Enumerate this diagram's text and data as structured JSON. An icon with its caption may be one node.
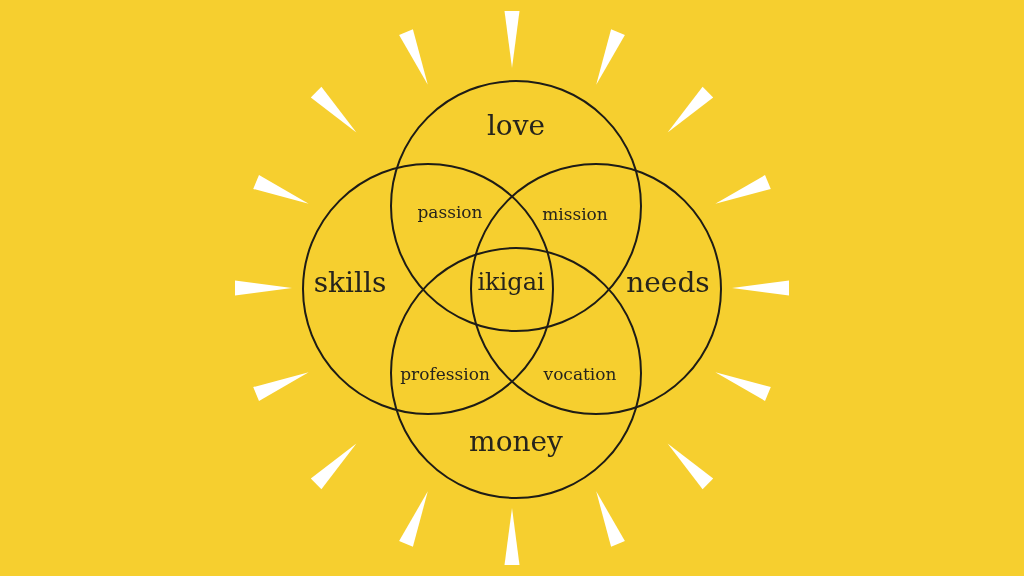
{
  "diagram": {
    "nodes": [
      {
        "text": [
          "love"
        ]
      },
      {
        "text": [
          "skills"
        ]
      },
      {
        "text": [
          "needs"
        ]
      },
      {
        "text": [
          "money"
        ]
      }
    ],
    "labels": [
      "passion",
      "mission",
      "ikigai",
      "profession",
      "vocation"
    ]
  }
}
